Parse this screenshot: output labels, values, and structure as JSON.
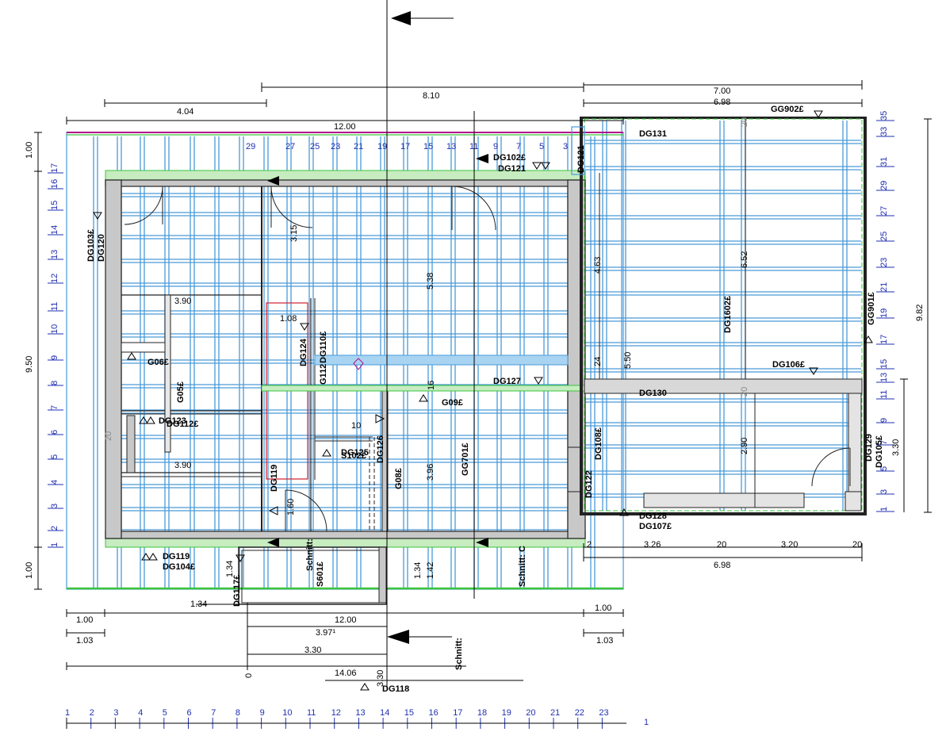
{
  "colors": {
    "joist": "#4a9ad8",
    "joist_fill": "#a8d4f2",
    "green": "#3cc43c",
    "green_fill": "#c6ecc0",
    "magenta": "#b0108c",
    "wall": "#222222",
    "wall_fill": "#c8c8c8",
    "grid_blue": "#1f2fb0",
    "red": "#d02030"
  },
  "dims_top": {
    "d1": "8.10",
    "d2": "7.00",
    "d3": "6.98",
    "d4": "4.04",
    "d5": "12.00"
  },
  "dims_left": {
    "top": "1.00",
    "mid": "9.50",
    "bot": "1.00"
  },
  "dims_right": {
    "total": "9.82",
    "r2": "3.30"
  },
  "dims_bottom": {
    "b1": "1.00",
    "b2": "12.00",
    "b3": "1.00",
    "b4": "1.03",
    "b5": "3.97¹",
    "b6": "1.03",
    "b7": "3.30",
    "b8": "14.06",
    "b9": "0",
    "b10": "3.30",
    "b11": "1.34"
  },
  "dims_right_bottom": {
    "r1": "2",
    "r2": "3.26",
    "r3": "20",
    "r4": "3.20",
    "r5": "20",
    "r6": "6.98"
  },
  "dims_interior": {
    "i1": "3.90",
    "i2": "3.90",
    "i3": "1.08",
    "i4": "3.15",
    "i5": "5.38",
    "i6": "4.63",
    "i7": "6.52",
    "i8": "2.90",
    "i9": "3.96",
    "i10": "10",
    "i11": "1.60",
    "i12": "1.34",
    "i13": "1.42",
    "i14": "1.34",
    "i15": "24",
    "i16": "20",
    "i17": "20",
    "i18": "20",
    "i19": "5.50",
    "i20": "16"
  },
  "labels": {
    "gg902": "GG902£",
    "dg131": "DG131",
    "dg102": "DG102£",
    "dg121": "DG121",
    "dg103": "DG103£",
    "dg120": "DG120",
    "g06": "G06£",
    "g05": "G05£",
    "dg123": "DG123",
    "dg112": "DG112£",
    "dg124": "DG124",
    "dg110": "DG110£",
    "g112": "G112",
    "dg127": "DG127",
    "g09": "G09£",
    "dg130": "DG130",
    "dg106": "DG106£",
    "dg1602": "DG1602£",
    "gg901": "GG901£",
    "dg125": "DG125",
    "s102": "S102£",
    "dg126": "DG126",
    "g08": "G08£",
    "gg701": "GG701£",
    "dg108": "DG108£",
    "dg122": "DG122",
    "dg128": "DG128",
    "dg107": "DG107£",
    "dg129": "DG129",
    "dg105": "DG105£",
    "dg119": "DG119",
    "dg104": "DG104£",
    "dg117": "DG117£",
    "dg118": "DG118",
    "dg119b": "DG119",
    "schnitt_a": "Schnitt:",
    "schnitt_c": "Schnitt: C",
    "schnitt_b": "Schnitt:",
    "s601": "S601£",
    "dg121b": "DG121"
  },
  "grid_top": [
    "29",
    "27",
    "25",
    "23",
    "21",
    "19",
    "17",
    "15",
    "13",
    "11",
    "9",
    "7",
    "5",
    "3"
  ],
  "grid_left": [
    "17",
    "16",
    "15",
    "14",
    "13",
    "12",
    "11",
    "10",
    "9",
    "8",
    "7",
    "6",
    "5",
    "4",
    "3",
    "2",
    "1"
  ],
  "grid_right": [
    "35",
    "33",
    "31",
    "29",
    "27",
    "25",
    "23",
    "21",
    "19",
    "17",
    "15",
    "13",
    "11",
    "9",
    "7",
    "5",
    "3",
    "1"
  ],
  "grid_bottom": [
    "1",
    "2",
    "3",
    "4",
    "5",
    "6",
    "7",
    "8",
    "9",
    "10",
    "11",
    "12",
    "13",
    "14",
    "15",
    "16",
    "17",
    "18",
    "19",
    "20",
    "21",
    "22",
    "23"
  ],
  "grid_bottom_extra": "1"
}
